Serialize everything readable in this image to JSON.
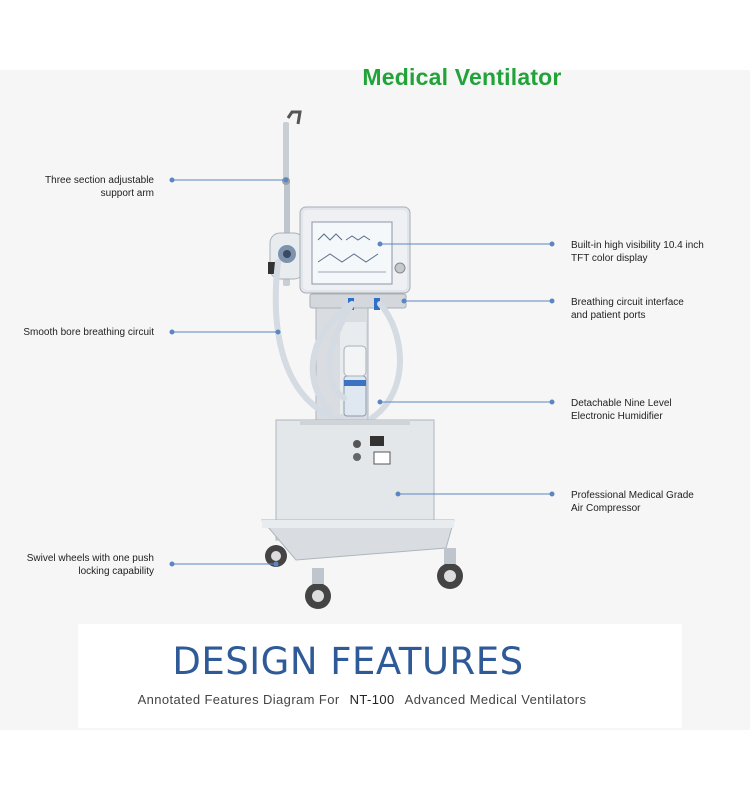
{
  "title": "Medical Ventilator",
  "annotations": {
    "support_arm": "Three section adjustable\nsupport arm",
    "breathing_circuit": "Smooth bore breathing circuit",
    "swivel_wheels": "Swivel wheels with one push\nlocking capability",
    "display": "Built-in high visibility 10.4 inch\nTFT color display",
    "circuit_interface": "Breathing circuit interface\nand patient ports",
    "humidifier": "Detachable Nine Level\nElectronic Humidifier",
    "compressor": "Professional Medical Grade\nAir Compressor"
  },
  "footer": {
    "heading": "DESIGN FEATURES",
    "subtitle_prefix": "Annotated Features Diagram For",
    "model": "NT-100",
    "subtitle_suffix": "Advanced Medical Ventilators"
  },
  "colors": {
    "title": "#22a33a",
    "heading": "#2f5a98",
    "leader_line": "#5b86c2",
    "tube": "#d4dbe2"
  }
}
